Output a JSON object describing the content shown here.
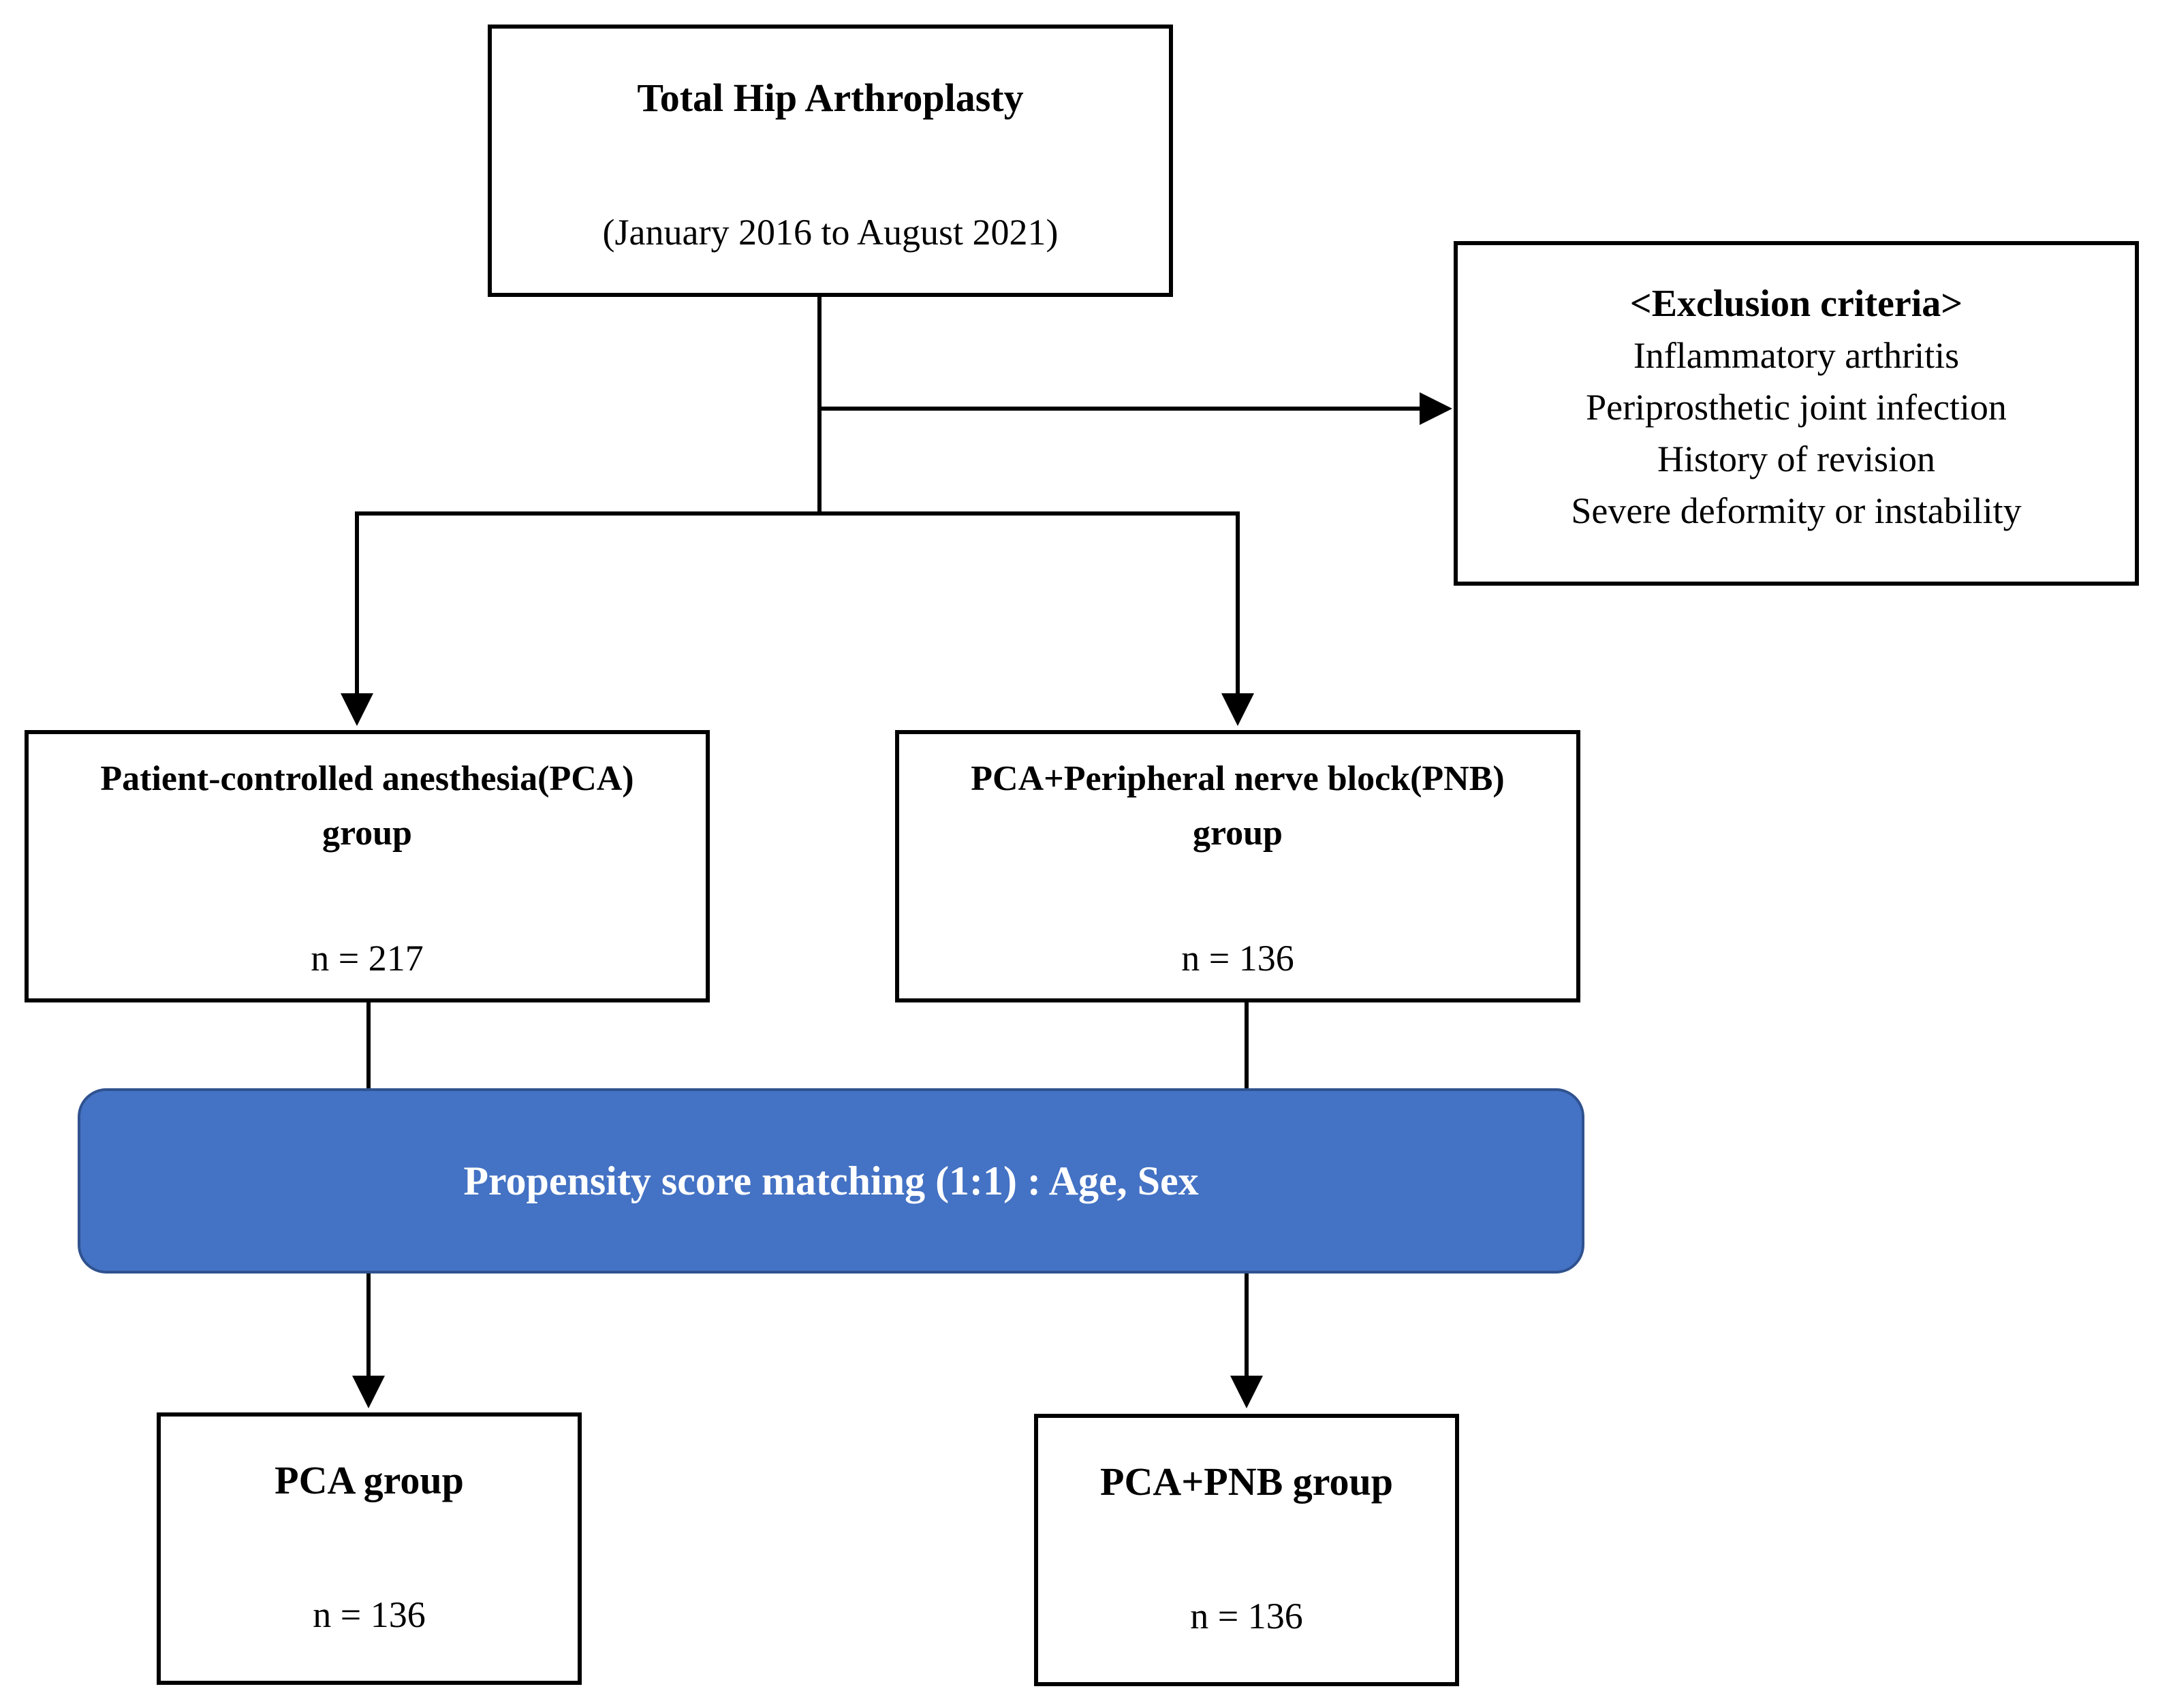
{
  "diagram": {
    "top_box": {
      "title": "Total Hip Arthroplasty",
      "period": "(January 2016 to August 2021)"
    },
    "exclusion": {
      "heading": "<Exclusion criteria>",
      "items": [
        "Inflammatory arthritis",
        "Periprosthetic joint infection",
        "History of revision",
        "Severe deformity or instability"
      ]
    },
    "pca_group": {
      "title_line1": "Patient-controlled anesthesia(PCA)",
      "title_line2": "group",
      "n": "n = 217"
    },
    "pnb_group": {
      "title_line1": "PCA+Peripheral nerve block(PNB)",
      "title_line2": "group",
      "n": "n = 136"
    },
    "matching": {
      "label": "Propensity score matching (1:1) : Age, Sex",
      "color": "#4472c4"
    },
    "final_pca": {
      "title": "PCA group",
      "n": "n = 136"
    },
    "final_pnb": {
      "title": "PCA+PNB group",
      "n": "n = 136"
    }
  }
}
